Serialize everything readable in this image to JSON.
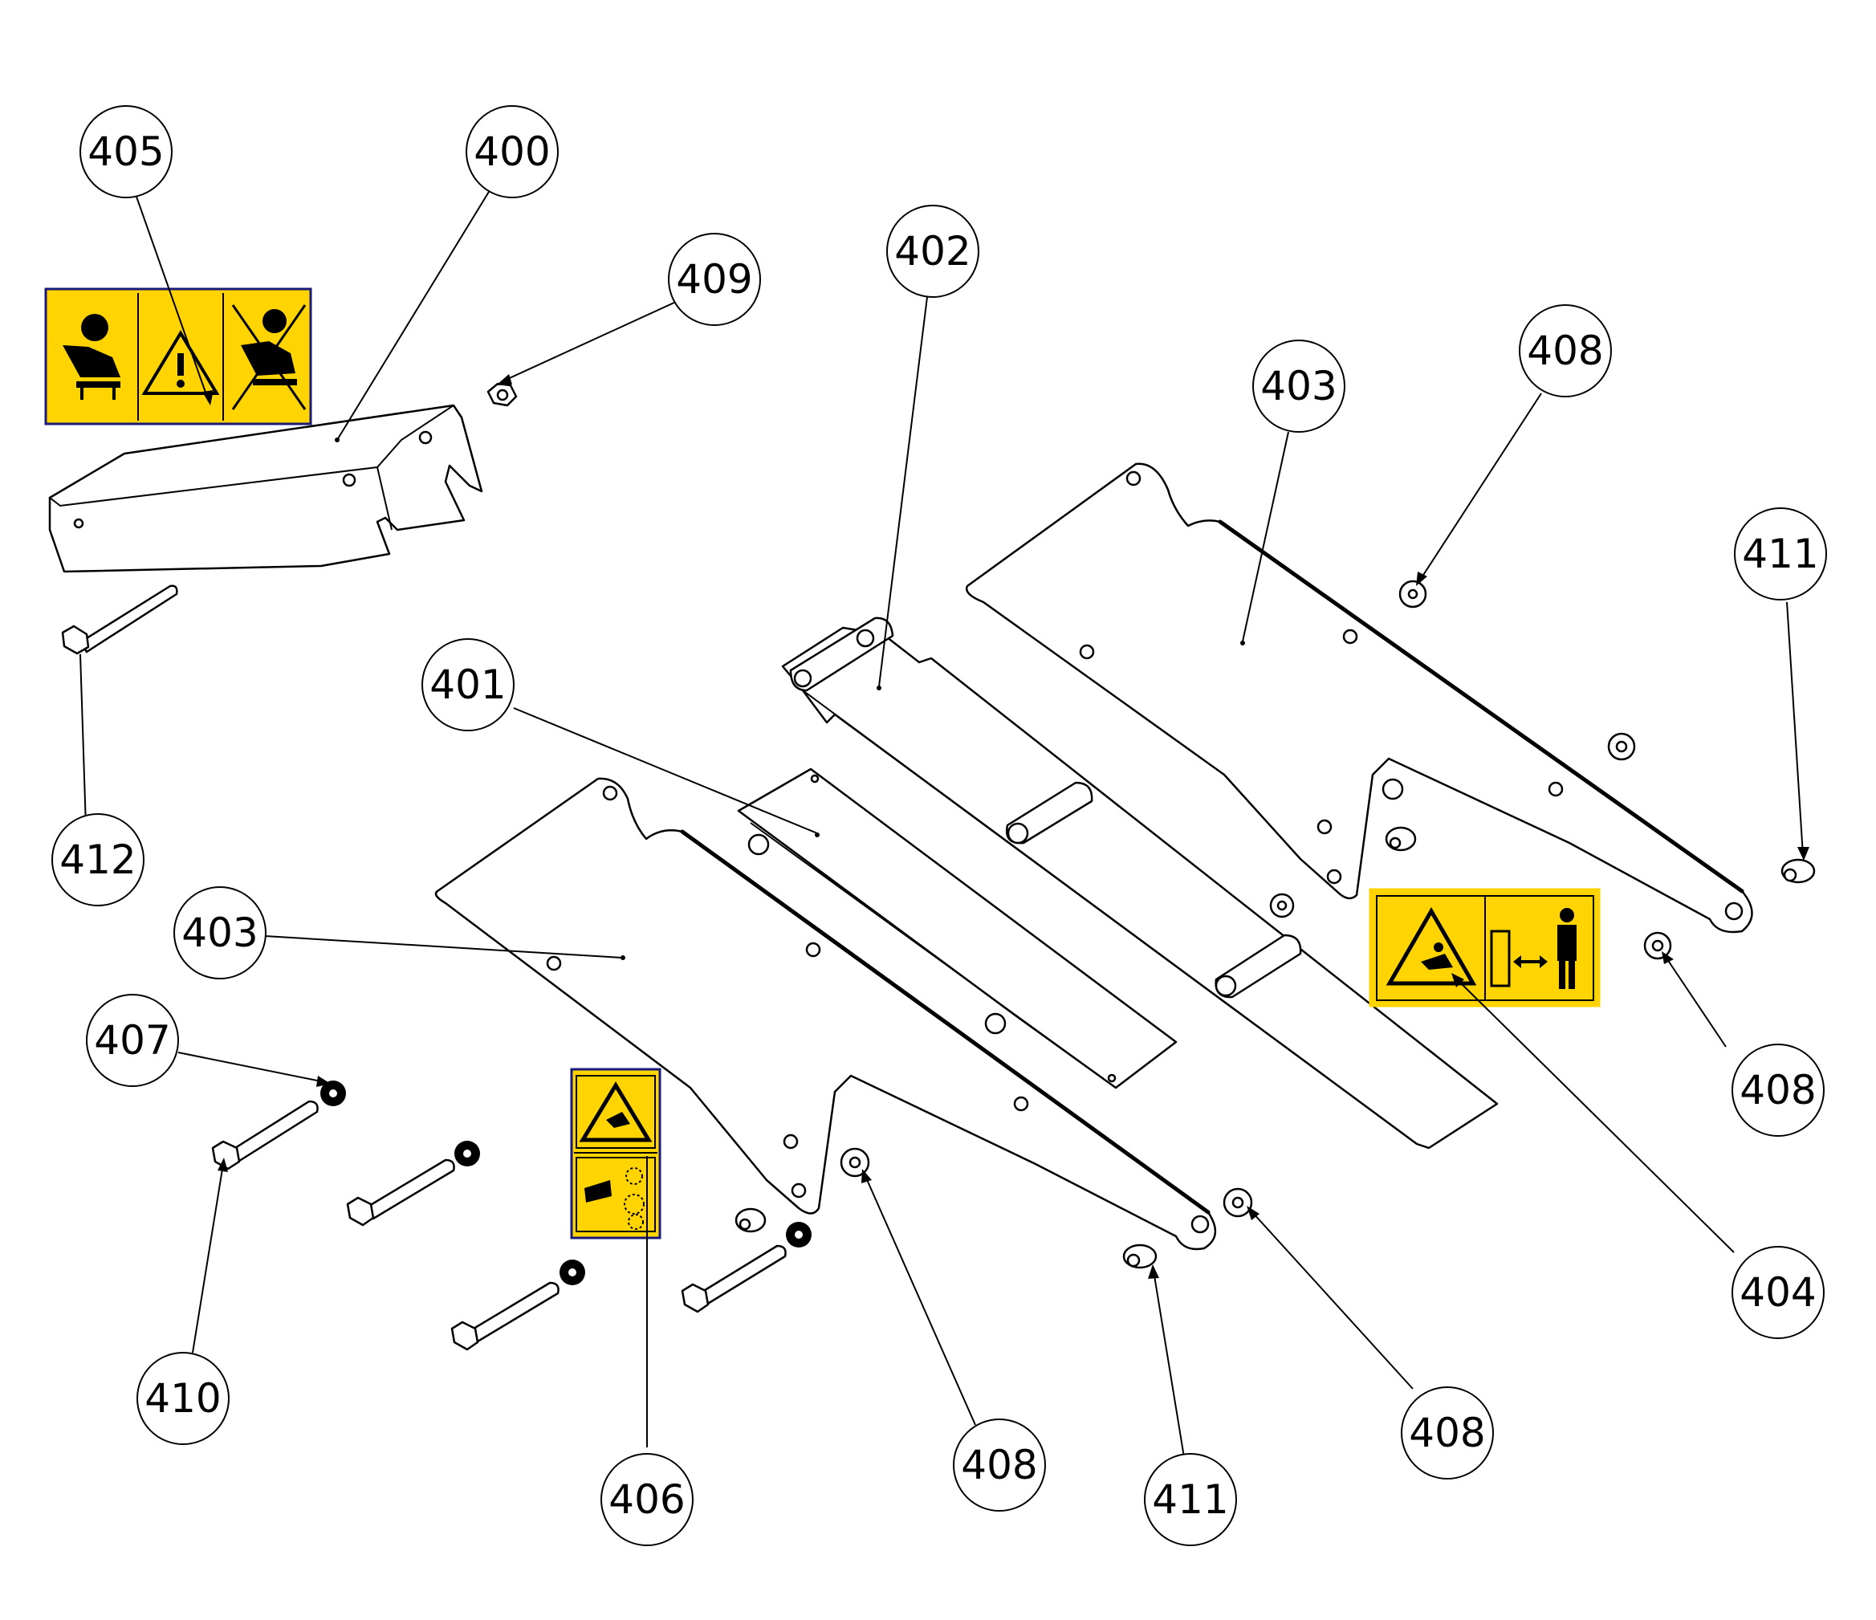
{
  "diagram": {
    "callouts": [
      {
        "id": "c405a",
        "label": "405"
      },
      {
        "id": "c400",
        "label": "400"
      },
      {
        "id": "c409",
        "label": "409"
      },
      {
        "id": "c402",
        "label": "402"
      },
      {
        "id": "c408a",
        "label": "408"
      },
      {
        "id": "c403a",
        "label": "403"
      },
      {
        "id": "c411a",
        "label": "411"
      },
      {
        "id": "c401",
        "label": "401"
      },
      {
        "id": "c412",
        "label": "412"
      },
      {
        "id": "c403b",
        "label": "403"
      },
      {
        "id": "c407",
        "label": "407"
      },
      {
        "id": "c408b",
        "label": "408"
      },
      {
        "id": "c404",
        "label": "404"
      },
      {
        "id": "c410",
        "label": "410"
      },
      {
        "id": "c406",
        "label": "406"
      },
      {
        "id": "c408c",
        "label": "408"
      },
      {
        "id": "c411b",
        "label": "411"
      },
      {
        "id": "c408d",
        "label": "408"
      }
    ],
    "colors": {
      "decal_yellow": "#ffd400",
      "decal_border": "#1a1a7a",
      "line": "#000000",
      "background": "#ffffff"
    },
    "icons": {
      "decal_405": [
        "operator-seat-icon",
        "warning-triangle-icon",
        "no-operator-icon"
      ],
      "decal_404": [
        "flying-debris-warning-icon",
        "keep-distance-person-icon"
      ],
      "decal_406": [
        "hand-entanglement-warning-icon",
        "rotating-blade-icon"
      ]
    }
  }
}
